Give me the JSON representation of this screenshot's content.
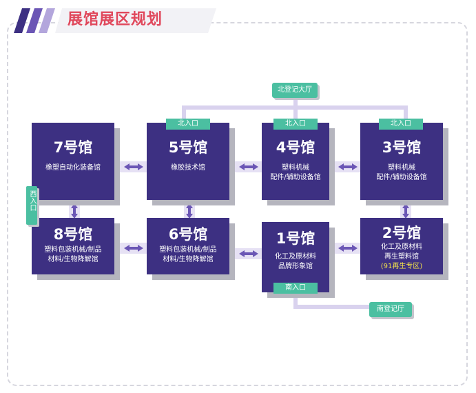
{
  "title": "展馆展区规划",
  "halls": {
    "h7": {
      "name": "7号馆",
      "desc": [
        "橡塑自动化装备馆"
      ]
    },
    "h5": {
      "name": "5号馆",
      "desc": [
        "橡胶技术馆"
      ]
    },
    "h4": {
      "name": "4号馆",
      "desc": [
        "塑料机械",
        "配件/辅助设备馆"
      ]
    },
    "h3": {
      "name": "3号馆",
      "desc": [
        "塑料机械",
        "配件/辅助设备馆"
      ]
    },
    "h8": {
      "name": "8号馆",
      "desc": [
        "塑料包装机械/制品",
        "材料/生物降解馆"
      ]
    },
    "h6": {
      "name": "6号馆",
      "desc": [
        "塑料包装机械/制品",
        "材料/生物降解馆"
      ]
    },
    "h1": {
      "name": "1号馆",
      "desc": [
        "化工及原材料",
        "品牌形象馆"
      ]
    },
    "h2": {
      "name": "2号馆",
      "desc": [
        "化工及原材料",
        "再生塑料馆"
      ],
      "note": "(91再生专区)"
    }
  },
  "entrances": {
    "north_hall": "北登记大厅",
    "south_hall": "南登记厅",
    "north_5": "北入口",
    "north_4": "北入口",
    "north_3": "北入口",
    "south_1": "南入口",
    "west": "西入口"
  },
  "colors": {
    "hall": "#3d3082",
    "tag": "#4bbfa1",
    "title": "#e0475b",
    "connector": "#e6e1f4",
    "arrow": "#6b56b5"
  }
}
